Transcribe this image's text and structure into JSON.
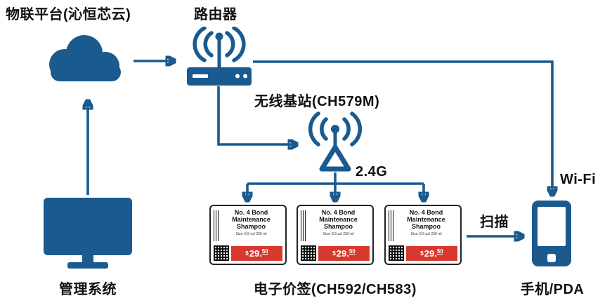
{
  "colors": {
    "primary_blue": "#1a5a8e",
    "price_red": "#d8392f",
    "text": "#111111",
    "tag_border": "#20242a"
  },
  "labels": {
    "platform": "物联平台(沁恒芯云)",
    "router": "路由器",
    "base_station": "无线基站(CH579M)",
    "freq": "2.4G",
    "wifi": "Wi-Fi",
    "scan": "扫描",
    "esl": "电子价签(CH592/CH583)",
    "management": "管理系统",
    "phone": "手机/PDA"
  },
  "price_tag": {
    "title_line1": "No. 4 Bond",
    "title_line2": "Maintenance",
    "title_line3": "Shampoo",
    "size": "Size: 8.5 oz/ 250 ml",
    "currency": "$",
    "price_main": "29.",
    "price_cents": "50"
  },
  "icons": {
    "cloud": "cloud-icon",
    "router": "router-antenna-icon",
    "base_station": "antenna-tower-icon",
    "management": "monitor-icon",
    "phone": "smartphone-icon",
    "barcode": "barcode",
    "qr": "qr-code"
  }
}
